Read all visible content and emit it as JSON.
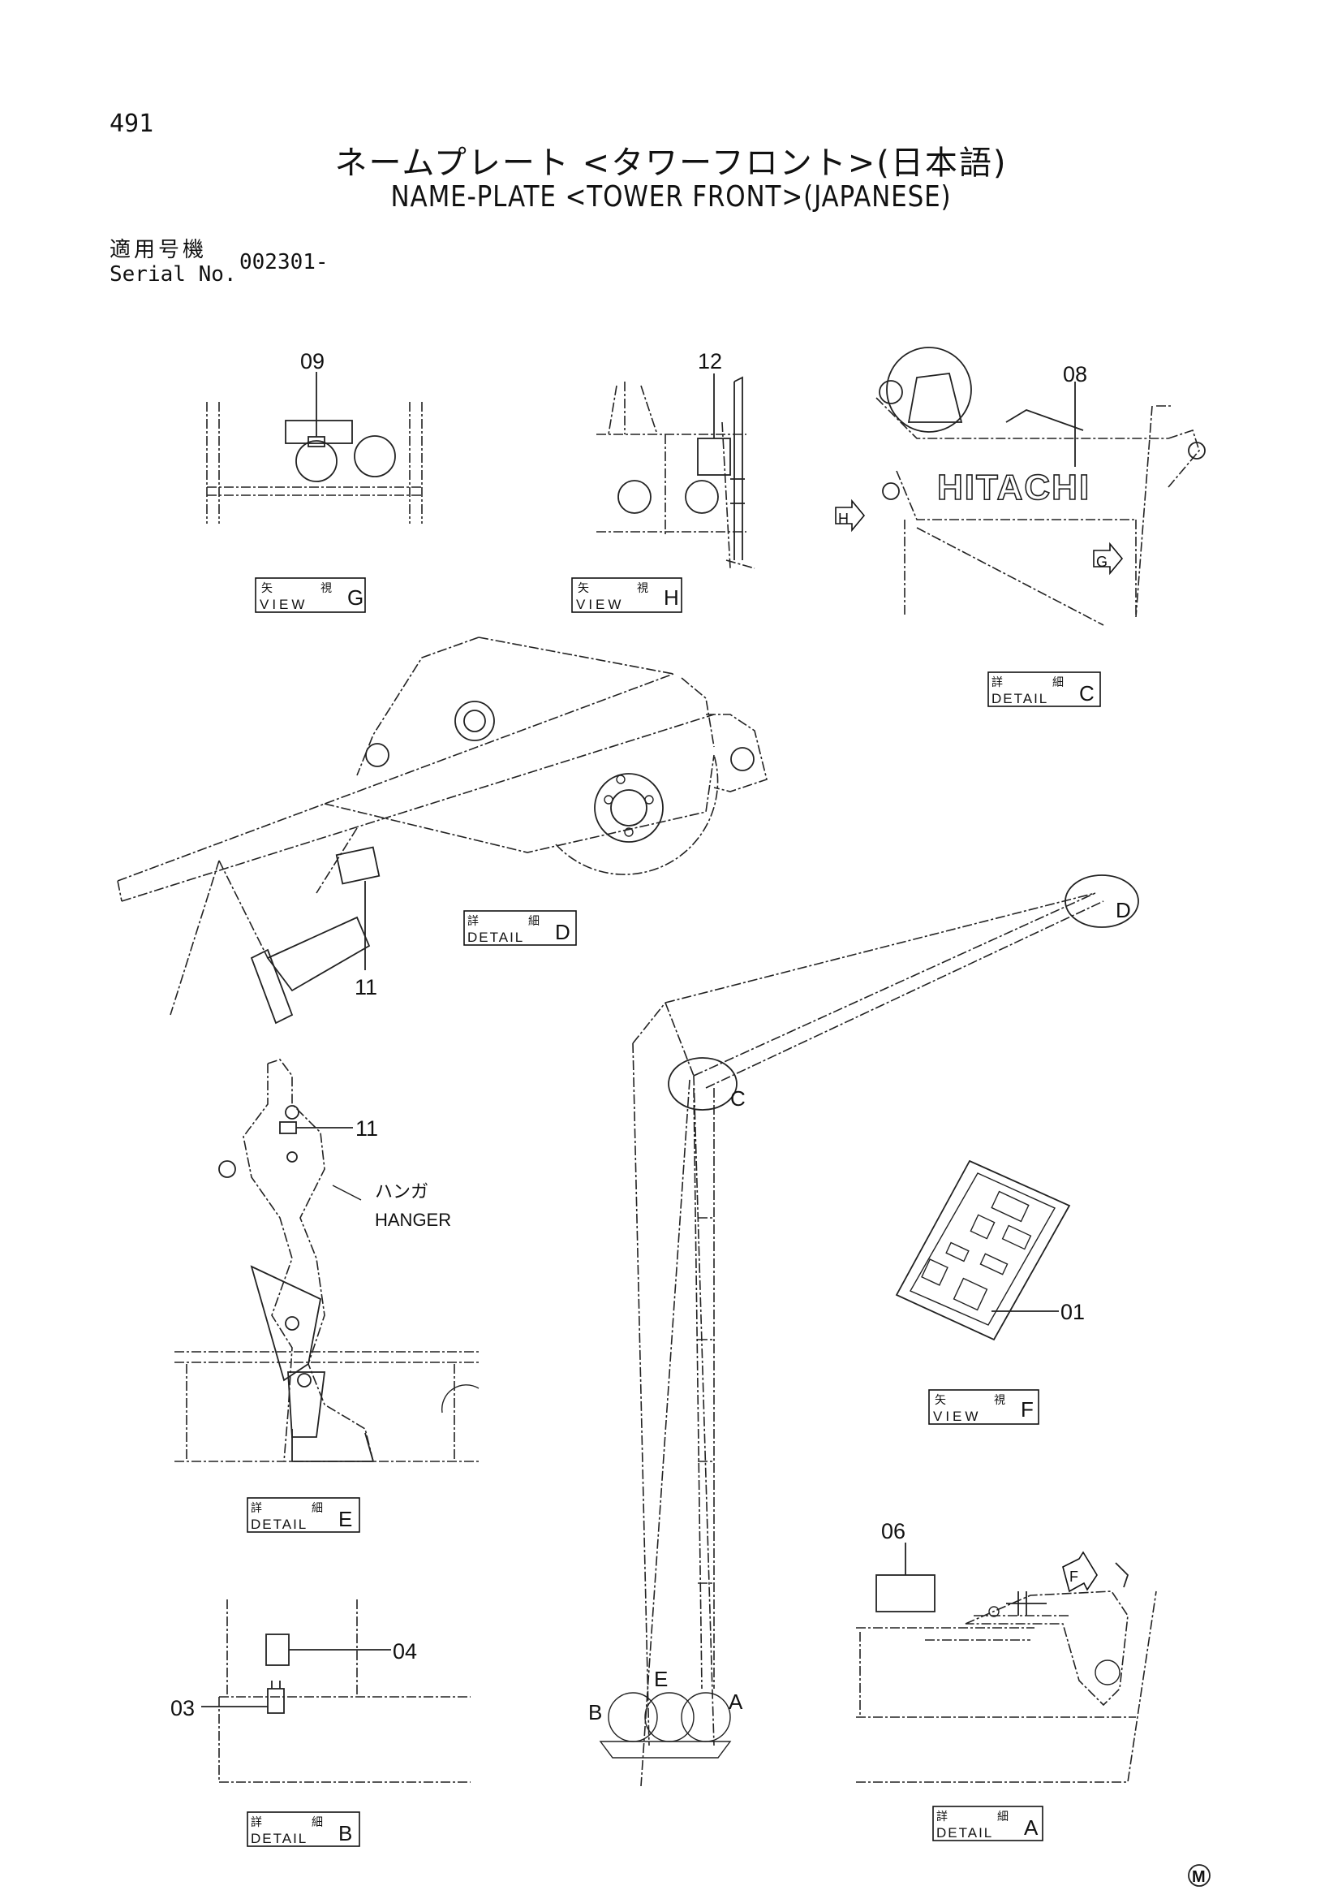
{
  "page_number": "491",
  "title_jp": "ネームプレート <タワーフロント>(日本語)",
  "title_en": "NAME-PLATE <TOWER FRONT>(JAPANESE)",
  "serial": {
    "label_jp": "適用号機",
    "label_en": "Serial No.",
    "value": "002301-"
  },
  "brand_logo": "HITACHI",
  "copyright_mark": "M",
  "view_labels": {
    "view_jp_1": "矢",
    "view_jp_2": "視",
    "view_en": "VIEW",
    "detail_jp_1": "詳",
    "detail_jp_2": "細",
    "detail_en": "DETAIL"
  },
  "panels": {
    "view_g": {
      "letter": "G",
      "parts": [
        "09"
      ]
    },
    "view_h": {
      "letter": "H",
      "parts": [
        "12"
      ]
    },
    "detail_c": {
      "letter": "C",
      "parts": [
        "08"
      ],
      "arrows": [
        "H",
        "G"
      ]
    },
    "detail_d": {
      "letter": "D",
      "parts": [
        "11"
      ]
    },
    "detail_e": {
      "letter": "E",
      "parts": [
        "11"
      ],
      "note_jp": "ハンガ",
      "note_en": "HANGER"
    },
    "view_f": {
      "letter": "F",
      "parts": [
        "01"
      ]
    },
    "detail_b": {
      "letter": "B",
      "parts": [
        "04",
        "03"
      ]
    },
    "detail_a": {
      "letter": "A",
      "parts": [
        "06"
      ],
      "arrow": "F"
    }
  },
  "overall_markers": [
    "D",
    "C",
    "E",
    "B",
    "A"
  ]
}
